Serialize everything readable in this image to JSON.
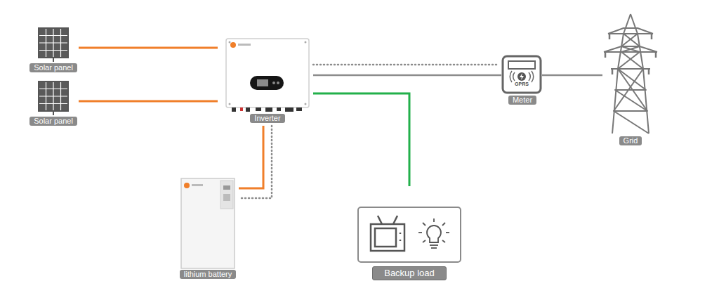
{
  "diagram": {
    "nodes": [
      {
        "text": [
          "Solar panel"
        ]
      },
      {
        "text": [
          "Solar panel"
        ]
      },
      {
        "text": [
          "Inverter"
        ]
      },
      {
        "text": [
          "lithium battery"
        ]
      },
      {
        "text": [
          "Backup load"
        ]
      },
      {
        "text": [
          "Meter"
        ]
      },
      {
        "text": [
          "Grid"
        ]
      }
    ],
    "edges": [
      {
        "from": 0,
        "to": 2,
        "arrow": "none"
      },
      {
        "from": 1,
        "to": 2,
        "arrow": "none"
      },
      {
        "from": 2,
        "to": 3,
        "arrow": "none"
      },
      {
        "from": 2,
        "to": 4,
        "arrow": "none"
      },
      {
        "from": 2,
        "to": 5,
        "arrow": "none"
      },
      {
        "from": 5,
        "to": 6,
        "arrow": "none"
      }
    ],
    "labels": [
      "GPRS"
    ]
  }
}
